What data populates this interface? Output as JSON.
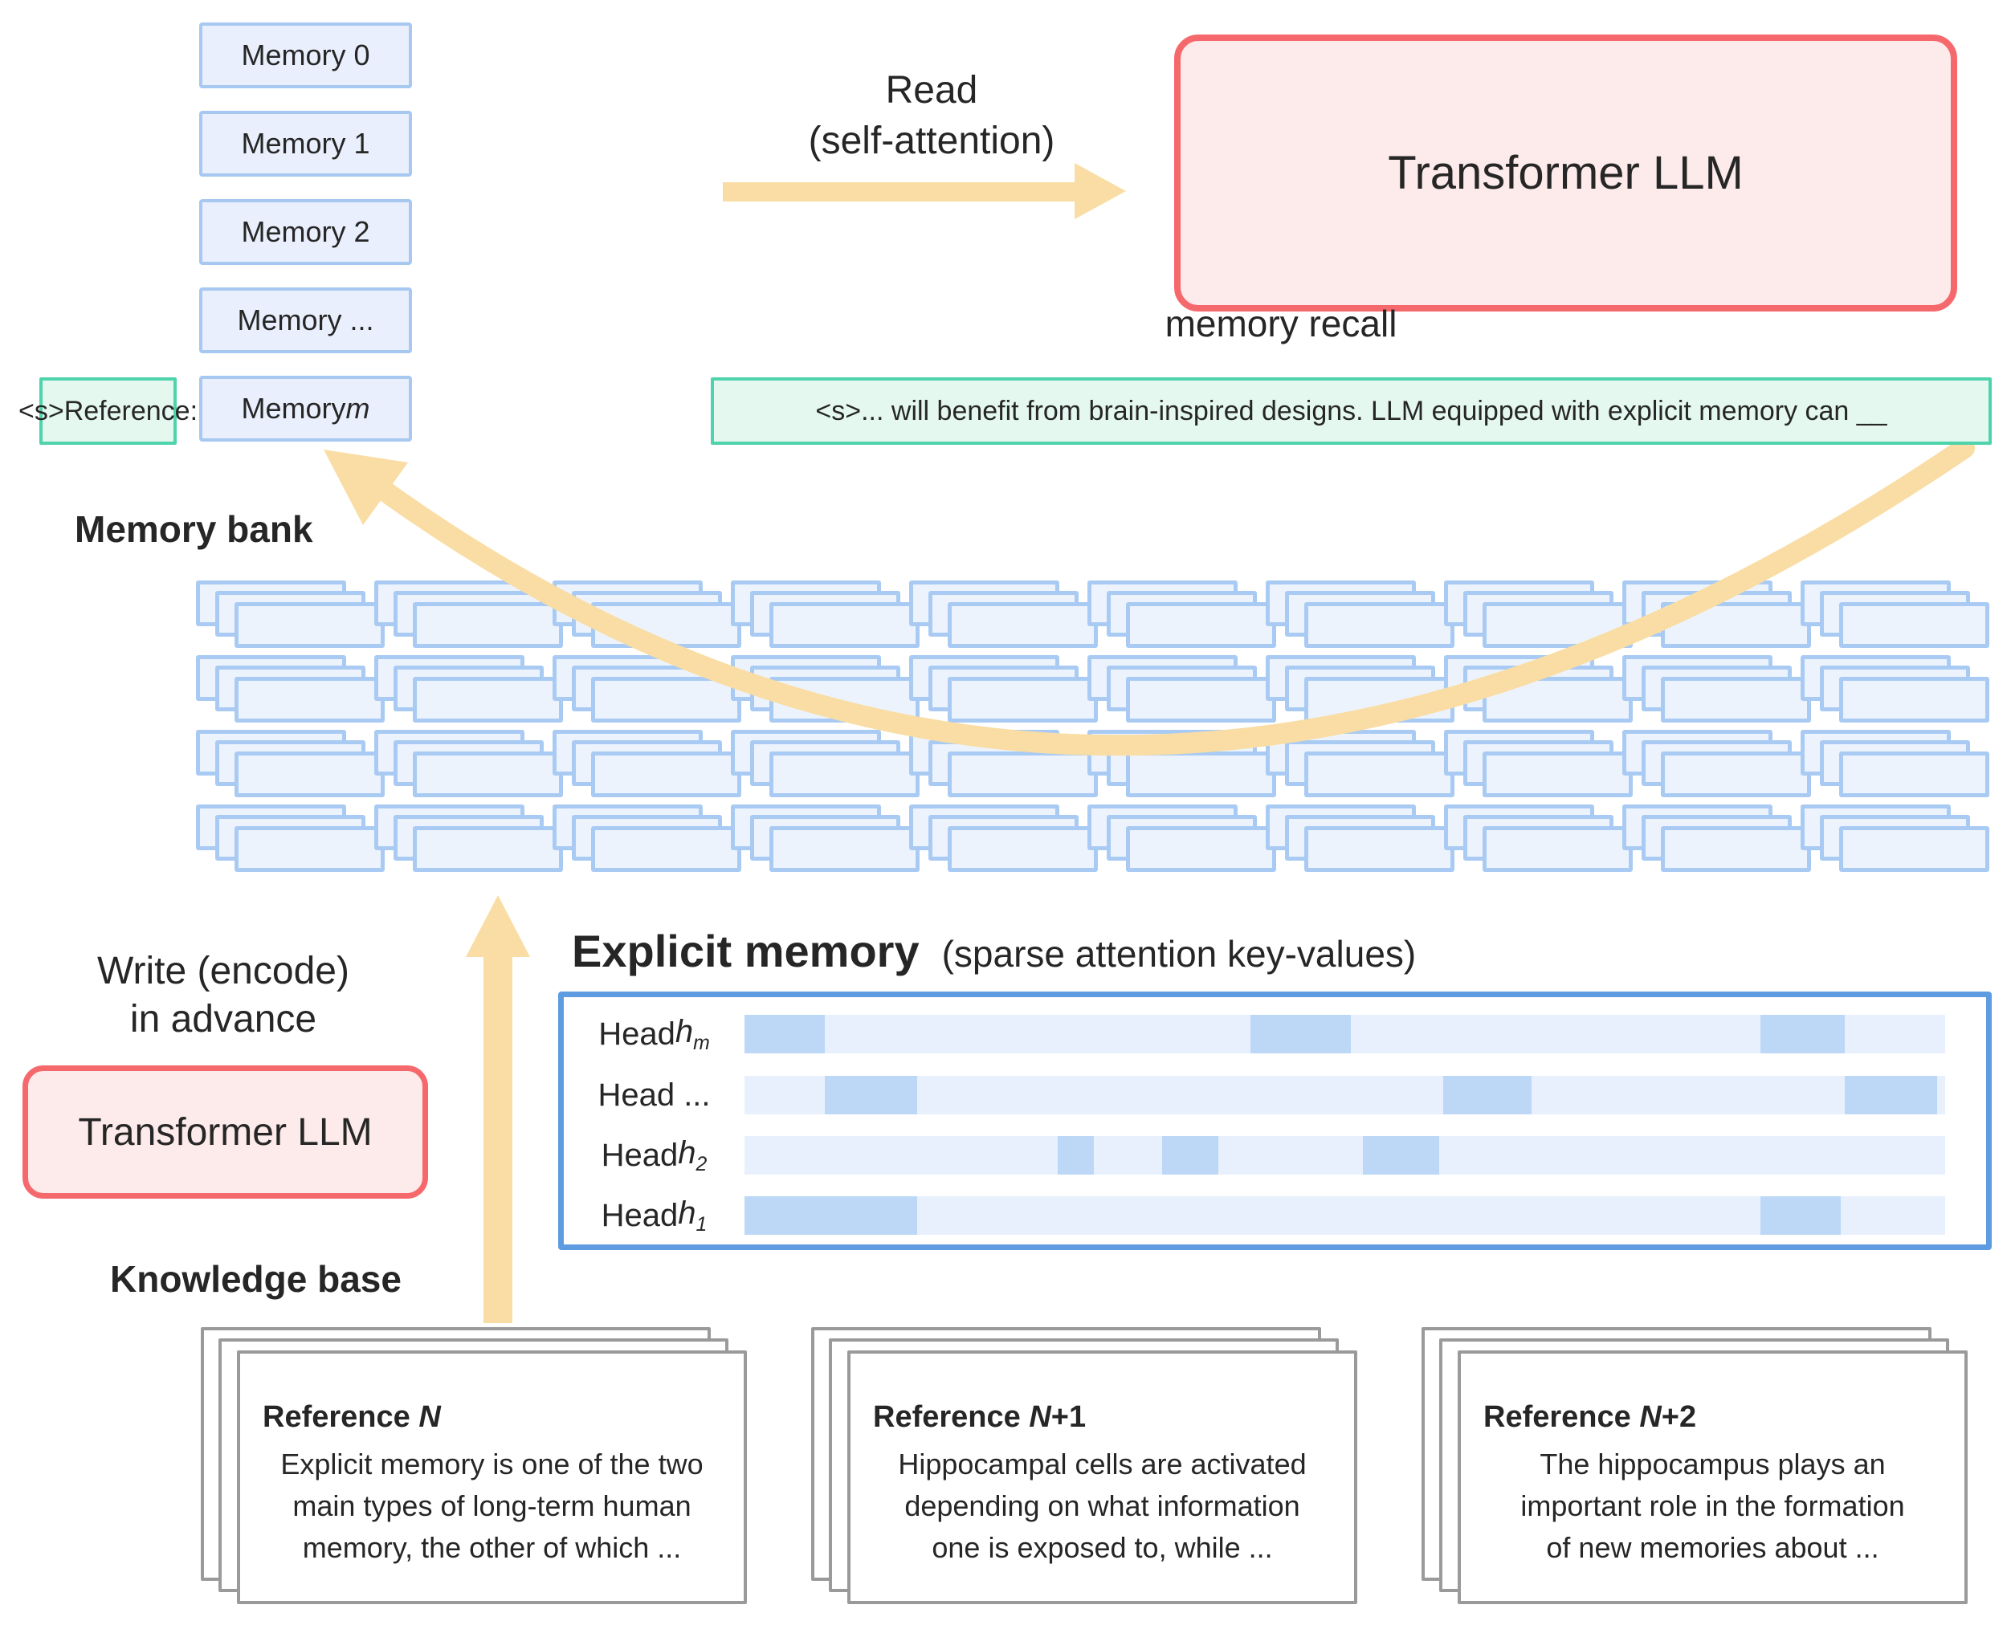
{
  "colors": {
    "memory_box_fill": "#e9effc",
    "memory_box_border": "#a6c8f1",
    "bank_card_fill": "#edf3fd",
    "bank_card_border": "#a9cbf3",
    "green_fill": "#e4f8f0",
    "green_border": "#4fd3ab",
    "pink_fill": "#fdeaea",
    "pink_border": "#f5696d",
    "arrow_orange": "#f9dda4",
    "head_box_border": "#5e9be0",
    "head_track": "#e8f0fd",
    "head_segment": "#bdd8f7",
    "ref_card_border": "#9a9a9a",
    "text": "#262626"
  },
  "memory_stack": {
    "items": [
      {
        "text": "Memory 0",
        "italic": ""
      },
      {
        "text": "Memory 1",
        "italic": ""
      },
      {
        "text": "Memory 2",
        "italic": ""
      },
      {
        "text": "Memory ...",
        "italic": ""
      },
      {
        "text": "Memory ",
        "italic": "m"
      }
    ]
  },
  "reference_tag": {
    "label": "<s>Reference:"
  },
  "context_box": {
    "label": "<s>... will benefit from brain-inspired designs. LLM equipped with explicit memory can __"
  },
  "read_arrow": {
    "line1": "Read",
    "line2": "(self-attention)"
  },
  "transformer_top": {
    "label": "Transformer LLM"
  },
  "memory_bank": {
    "label": "Memory bank",
    "rows": 4,
    "cols": 10,
    "recall_label": "memory recall"
  },
  "write_side": {
    "line1": "Write (encode)",
    "line2": "in advance",
    "transformer_label": "Transformer LLM"
  },
  "explicit_memory": {
    "title": "Explicit memory",
    "subtitle": "(sparse attention key-values)",
    "heads": [
      {
        "prefix": "Head ",
        "italic": "h",
        "sub": "m",
        "segments": [
          [
            0,
            100
          ],
          [
            630,
            125
          ],
          [
            1265,
            105
          ]
        ]
      },
      {
        "prefix": "Head ...",
        "italic": "",
        "sub": "",
        "segments": [
          [
            100,
            115
          ],
          [
            870,
            110
          ],
          [
            1370,
            115
          ]
        ]
      },
      {
        "prefix": "Head ",
        "italic": "h",
        "sub": "2",
        "segments": [
          [
            390,
            45
          ],
          [
            520,
            70
          ],
          [
            770,
            95
          ]
        ]
      },
      {
        "prefix": "Head ",
        "italic": "h",
        "sub": "1",
        "segments": [
          [
            0,
            215
          ],
          [
            1265,
            100
          ]
        ]
      }
    ]
  },
  "knowledge": {
    "label": "Knowledge base",
    "cards": [
      {
        "title_prefix": "Reference ",
        "title_italic": "N",
        "title_suffix": "",
        "lines": [
          "Explicit memory is one of the two",
          "main types of long-term human",
          "memory, the other of which ..."
        ]
      },
      {
        "title_prefix": "Reference ",
        "title_italic": "N",
        "title_suffix": "+1",
        "lines": [
          "Hippocampal cells are activated",
          "depending on what information",
          "one is exposed to, while ..."
        ]
      },
      {
        "title_prefix": "Reference ",
        "title_italic": "N",
        "title_suffix": "+2",
        "lines": [
          "The hippocampus plays an",
          "important role in the formation",
          "of new memories about ..."
        ]
      }
    ]
  }
}
